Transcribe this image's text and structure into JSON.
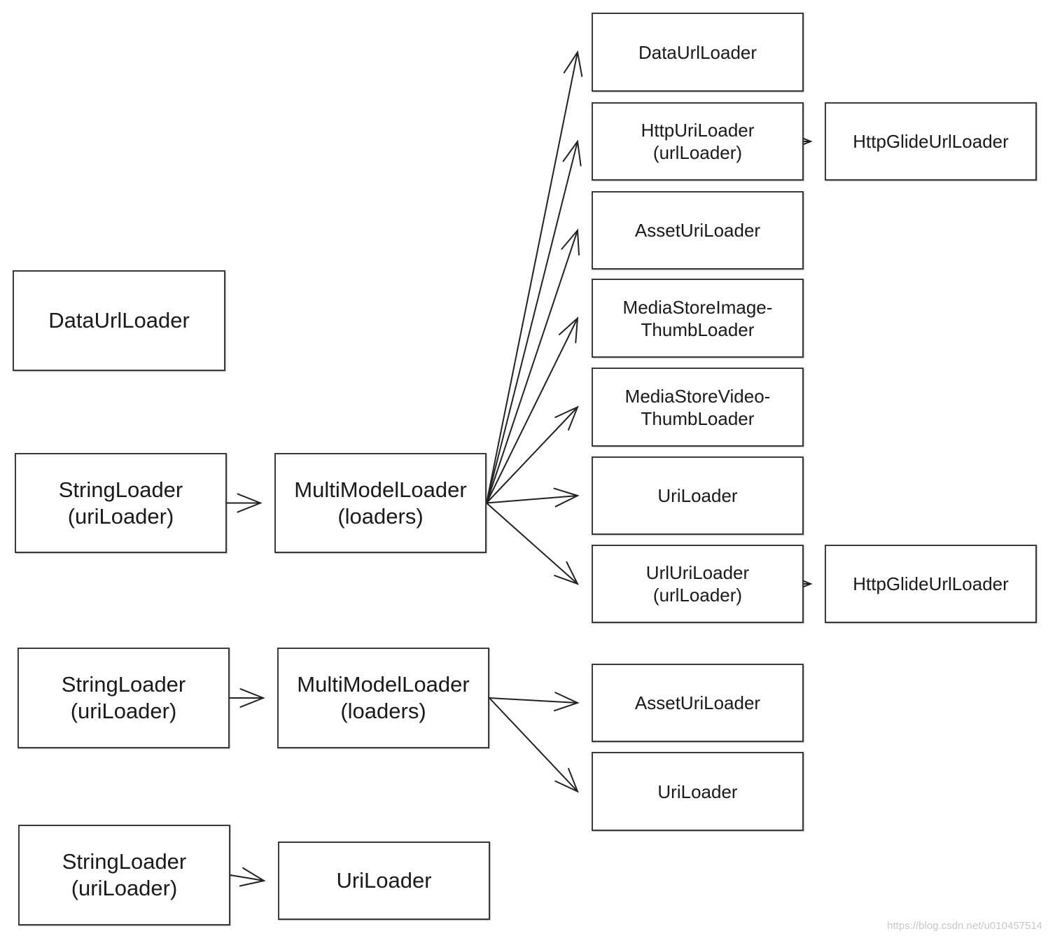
{
  "nodes": {
    "left_dataurl": [
      "DataUrlLoader"
    ],
    "string1": [
      "StringLoader",
      "(uriLoader)"
    ],
    "multi1": [
      "MultiModelLoader",
      "(loaders)"
    ],
    "r_dataurl": [
      "DataUrlLoader"
    ],
    "r_httpuri": [
      "HttpUriLoader",
      "(urlLoader)"
    ],
    "r_httpglide1": [
      "HttpGlideUrlLoader"
    ],
    "r_asset1": [
      "AssetUriLoader"
    ],
    "r_msimage": [
      "MediaStoreImage-",
      "ThumbLoader"
    ],
    "r_msvideo": [
      "MediaStoreVideo-",
      "ThumbLoader"
    ],
    "r_uri1": [
      "UriLoader"
    ],
    "r_urluri": [
      "UrlUriLoader",
      "(urlLoader)"
    ],
    "r_httpglide2": [
      "HttpGlideUrlLoader"
    ],
    "string2": [
      "StringLoader",
      "(uriLoader)"
    ],
    "multi2": [
      "MultiModelLoader",
      "(loaders)"
    ],
    "r_asset2": [
      "AssetUriLoader"
    ],
    "r_uri2": [
      "UriLoader"
    ],
    "string3": [
      "StringLoader",
      "(uriLoader)"
    ],
    "uri3": [
      "UriLoader"
    ]
  },
  "edges": [
    {
      "from": "string1",
      "to": "multi1"
    },
    {
      "from": "multi1",
      "to": "r_dataurl"
    },
    {
      "from": "multi1",
      "to": "r_httpuri"
    },
    {
      "from": "multi1",
      "to": "r_asset1"
    },
    {
      "from": "multi1",
      "to": "r_msimage"
    },
    {
      "from": "multi1",
      "to": "r_msvideo"
    },
    {
      "from": "multi1",
      "to": "r_uri1"
    },
    {
      "from": "multi1",
      "to": "r_urluri"
    },
    {
      "from": "r_httpuri",
      "to": "r_httpglide1"
    },
    {
      "from": "r_urluri",
      "to": "r_httpglide2"
    },
    {
      "from": "string2",
      "to": "multi2"
    },
    {
      "from": "multi2",
      "to": "r_asset2"
    },
    {
      "from": "multi2",
      "to": "r_uri2"
    },
    {
      "from": "string3",
      "to": "uri3"
    }
  ],
  "watermark": "https://blog.csdn.net/u010457514"
}
